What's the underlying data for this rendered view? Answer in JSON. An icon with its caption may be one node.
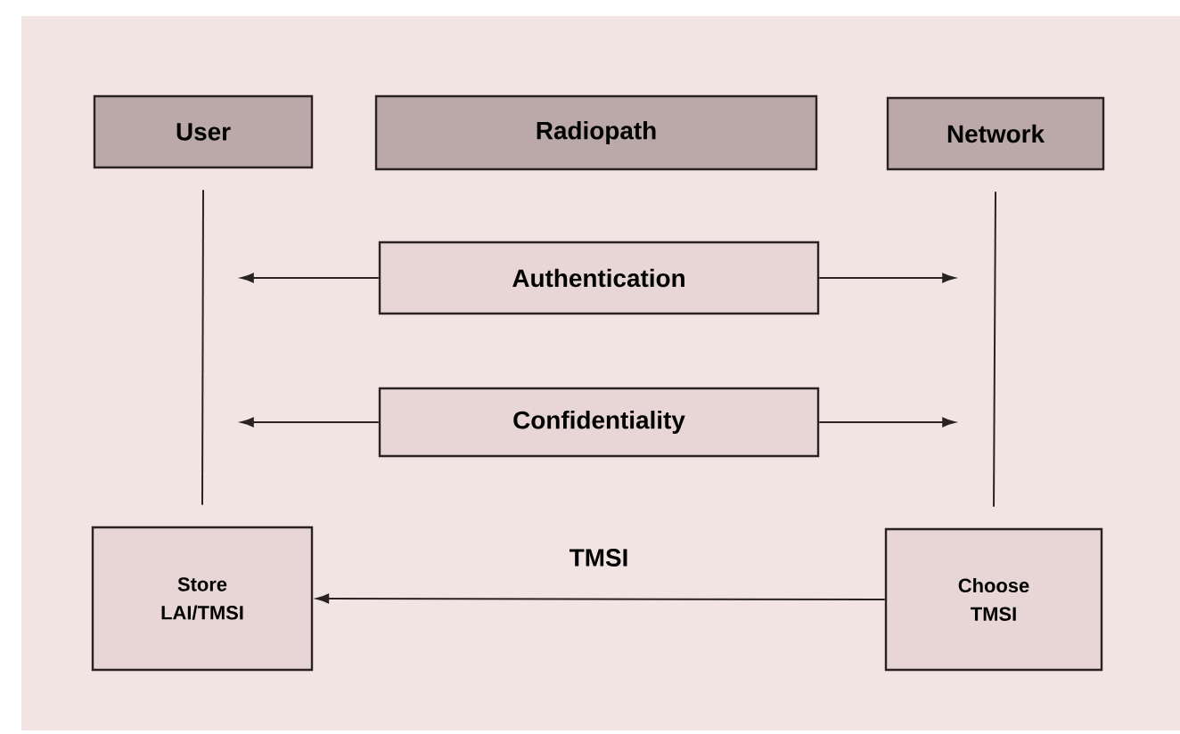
{
  "diagram": {
    "nodes": [
      {
        "text": [
          "User"
        ]
      },
      {
        "text": [
          "Radiopath"
        ]
      },
      {
        "text": [
          "Network"
        ]
      },
      {
        "text": [
          "Authentication"
        ]
      },
      {
        "text": [
          "Confidentiality"
        ]
      },
      {
        "text": [
          "Store LAI/TMSI"
        ]
      },
      {
        "text": [
          "Choose TMSI"
        ]
      }
    ],
    "edges": [
      {
        "from": 0,
        "to": 5,
        "arrow": "none"
      },
      {
        "from": 2,
        "to": 6,
        "arrow": "none"
      },
      {
        "from": 3,
        "to": null,
        "arrow": "to"
      },
      {
        "from": 3,
        "to": null,
        "arrow": "to"
      },
      {
        "from": 4,
        "to": null,
        "arrow": "to"
      },
      {
        "from": 4,
        "to": null,
        "arrow": "to"
      },
      {
        "from": 6,
        "to": 5,
        "arrow": "to",
        "label": "TMSI"
      }
    ]
  }
}
